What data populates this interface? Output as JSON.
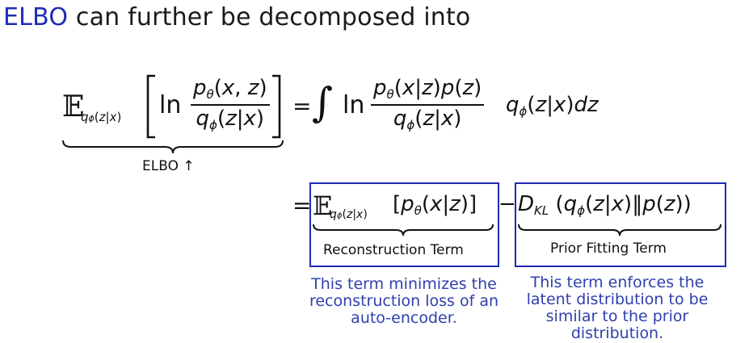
{
  "heading": {
    "highlight": "ELBO",
    "rest": " can further be decomposed into"
  },
  "equation": {
    "elbo_label": "ELBO",
    "up_arrow": "↑",
    "equals": "=",
    "minus": "−",
    "reconstruction_label": "Reconstruction Term",
    "prior_label": "Prior Fitting Term"
  },
  "notes": {
    "reconstruction": "This term minimizes the reconstruction loss of an auto-encoder.",
    "prior": "This term enforces the latent distribution to be similar to the prior distribution."
  },
  "colors": {
    "accent": "#1f2bb3",
    "note_text": "#2f3fae"
  }
}
